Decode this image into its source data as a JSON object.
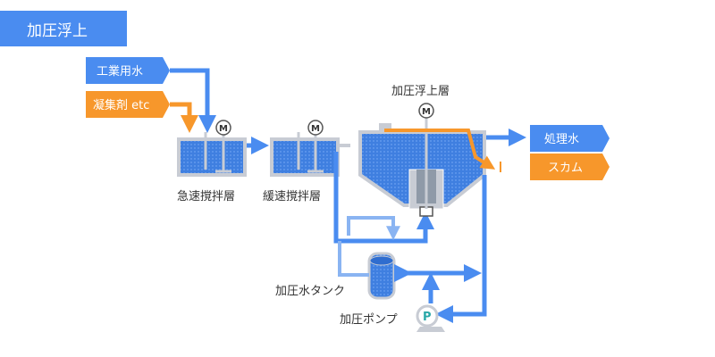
{
  "title": "加圧浮上",
  "inputs": {
    "industrial_water": "工業用水",
    "flocculant": "凝集剤 etc"
  },
  "outputs": {
    "treated_water": "処理水",
    "scum": "スカム"
  },
  "stages": {
    "rapid_mixing": "急速撹拌層",
    "slow_mixing": "緩速撹拌層",
    "flotation": "加圧浮上層",
    "pressure_tank": "加圧水タンク",
    "pressure_pump": "加圧ポンプ"
  },
  "symbols": {
    "motor": "M",
    "pump": "P"
  },
  "colors": {
    "blue": "#4a8cf0",
    "light_blue": "#8ab4f2",
    "orange": "#f7972b",
    "tank_fill": "#3f7fe0",
    "tank_border": "#c8ccd4",
    "teal": "#2aa8a8"
  }
}
